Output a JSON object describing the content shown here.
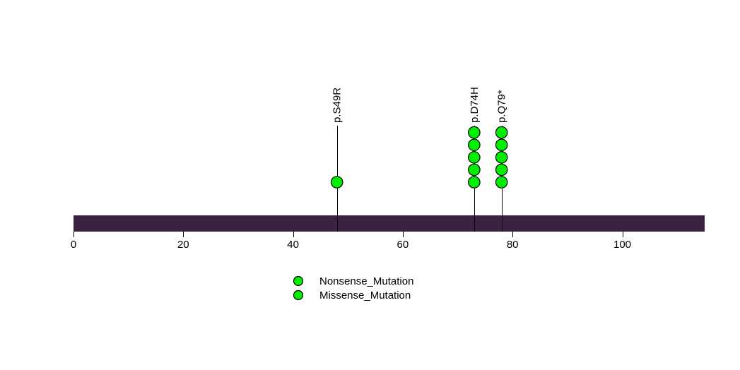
{
  "chart_data": {
    "type": "lollipop",
    "title": "",
    "xlabel": "",
    "ylabel": "",
    "xlim": [
      0,
      115
    ],
    "x_ticks": [
      0,
      20,
      40,
      60,
      80,
      100
    ],
    "grid": "off",
    "background_color": "#ffffff",
    "protein_bar": {
      "start": 0,
      "end": 115,
      "color": "#3B2142"
    },
    "mutations": [
      {
        "label": "p.S49R",
        "position": 48,
        "count": 1,
        "mutation_type": "Missense_Mutation",
        "color": "#00EE00"
      },
      {
        "label": "p.D74H",
        "position": 73,
        "count": 5,
        "mutation_type": "Missense_Mutation",
        "color": "#00EE00"
      },
      {
        "label": "p.Q79*",
        "position": 78,
        "count": 5,
        "mutation_type": "Nonsense_Mutation",
        "color": "#00EE00"
      }
    ],
    "point_outline_color": "#000000",
    "stick_color": "#000000",
    "tick_label_color": "#000000",
    "legend": {
      "position": "bottom-center",
      "items": [
        {
          "label": "Nonsense_Mutation",
          "color": "#00EE00",
          "marker": "circle"
        },
        {
          "label": "Missense_Mutation",
          "color": "#00EE00",
          "marker": "circle"
        }
      ]
    }
  }
}
